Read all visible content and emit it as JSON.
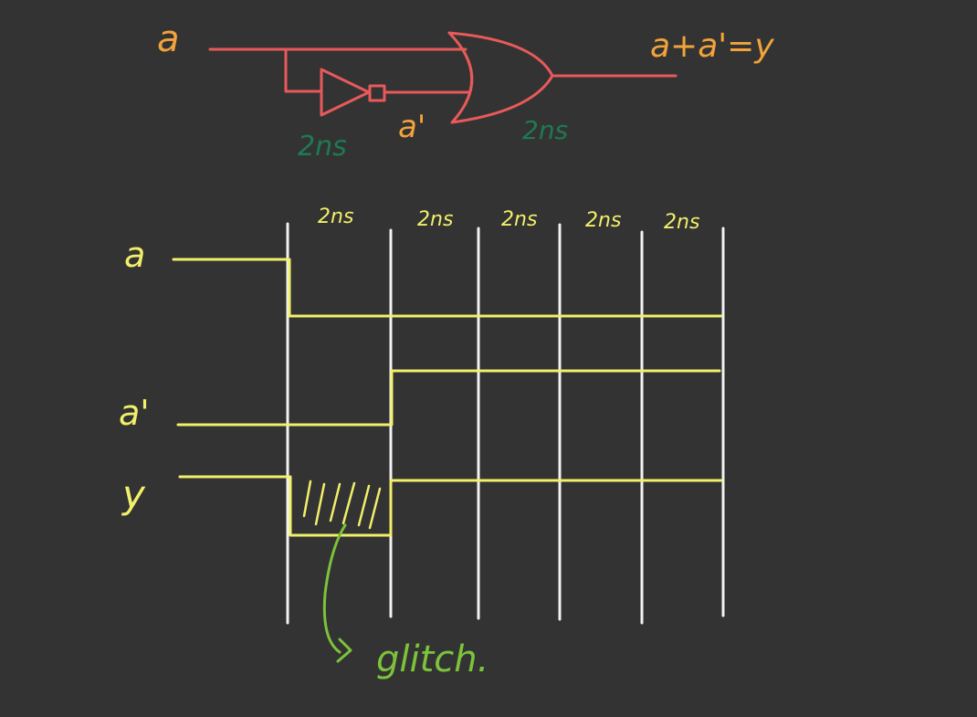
{
  "colors": {
    "background": "#333333",
    "circuit": "#e85a5a",
    "orange_text": "#f2a33a",
    "green_text": "#1e7a52",
    "waveform": "#f2ef6a",
    "grid": "#f2f2f2",
    "annotation": "#7cc23a"
  },
  "circuit": {
    "input_label": "a",
    "inverted_label": "a'",
    "output_label": "a+a'=y",
    "inverter_delay": "2ns",
    "or_gate_delay": "2ns"
  },
  "timing": {
    "interval_labels": [
      "2ns",
      "2ns",
      "2ns",
      "2ns",
      "2ns"
    ],
    "signals": [
      {
        "name": "a",
        "levels": [
          "high",
          "low",
          "low",
          "low",
          "low",
          "low"
        ]
      },
      {
        "name": "a'",
        "levels": [
          "low",
          "low",
          "high",
          "high",
          "high",
          "high"
        ]
      },
      {
        "name": "y",
        "levels": [
          "high",
          "low",
          "high",
          "high",
          "high",
          "high"
        ]
      }
    ],
    "annotation": "glitch."
  }
}
